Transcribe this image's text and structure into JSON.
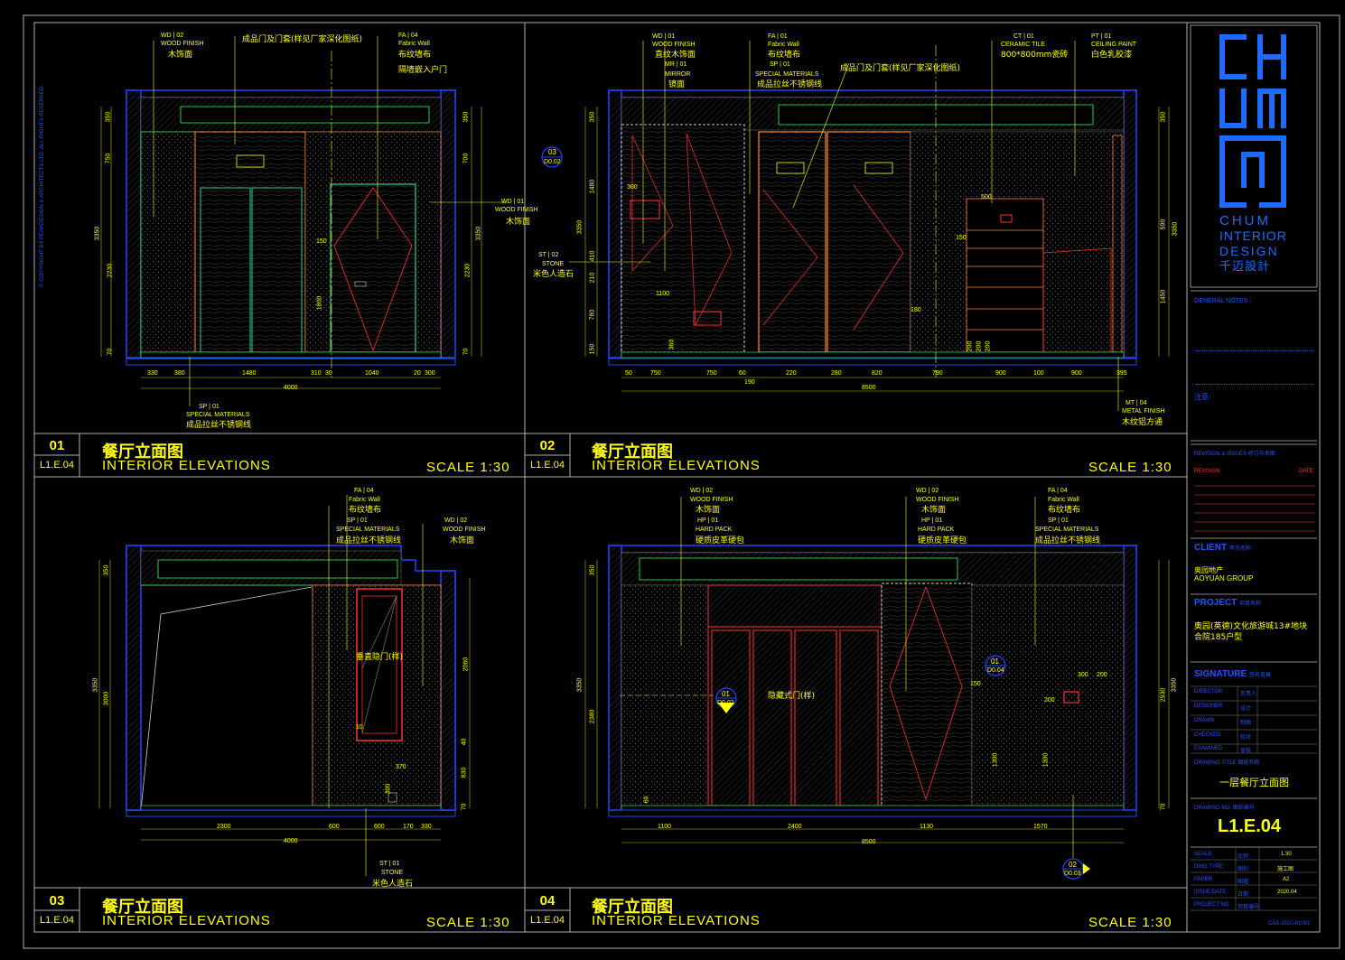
{
  "sidebar": {
    "logo_text": [
      "CHUM",
      "INTERIOR",
      "DESIGN",
      "千迈設計"
    ],
    "general_notes_title": "GENERAL NOTES :",
    "notes_title": "注意:",
    "revision_title": "REVISION & ISSUES",
    "revision_cn": "修订与发图",
    "revision_col": "REVISION",
    "date_col": "DATE",
    "client_title": "CLIENT",
    "client_cn": "甲方名称",
    "client_cn_name": "奥园地产",
    "client_en_name": "AOYUAN GROUP",
    "project_title": "PROJECT",
    "project_cn": "项目名称",
    "project_name_1": "奥园(英德)文化旅游城13#地块",
    "project_name_2": "合院185户型",
    "signature_title": "SIGNATURE",
    "signature_cn": "签名盖章",
    "roles": [
      {
        "en": "DIRECTOR",
        "cn": "负责人"
      },
      {
        "en": "DESIGNER",
        "cn": "设计"
      },
      {
        "en": "DRAWN",
        "cn": "制图"
      },
      {
        "en": "CHECKED",
        "cn": "校对"
      },
      {
        "en": "EXAMINED",
        "cn": "审核"
      }
    ],
    "drawing_title_label": "DRAWING TITLE",
    "drawing_title_cn": "图纸名称",
    "drawing_title": "一层餐厅立面图",
    "drawing_no_label": "DRAWING NO.",
    "drawing_no_cn": "图纸编号",
    "drawing_no": "L1.E.04",
    "info": [
      {
        "en": "SCALE",
        "cn": "比例",
        "val": "1:30"
      },
      {
        "en": "DWG TYPE",
        "cn": "图别",
        "val": "施工图"
      },
      {
        "en": "PAPER",
        "cn": "图幅",
        "val": "A2"
      },
      {
        "en": "ISSUE DATE",
        "cn": "日期",
        "val": "2020.04"
      },
      {
        "en": "PROJECT NO.",
        "cn": "项目编号",
        "val": ""
      }
    ],
    "footer_code": "CAS-2020-01001"
  },
  "panels": [
    {
      "num": "01",
      "ref": "L1.E.04",
      "title_cn": "餐厅立面图",
      "title_en": "INTERIOR ELEVATIONS",
      "scale": "SCALE 1:30"
    },
    {
      "num": "02",
      "ref": "L1.E.04",
      "title_cn": "餐厅立面图",
      "title_en": "INTERIOR ELEVATIONS",
      "scale": "SCALE 1:30"
    },
    {
      "num": "03",
      "ref": "L1.E.04",
      "title_cn": "餐厅立面图",
      "title_en": "INTERIOR ELEVATIONS",
      "scale": "SCALE 1:30"
    },
    {
      "num": "04",
      "ref": "L1.E.04",
      "title_cn": "餐厅立面图",
      "title_en": "INTERIOR ELEVATIONS",
      "scale": "SCALE 1:30"
    }
  ],
  "copyright": "© COPYRIGHT BY PEAKDESIGN & ARCHITECTS LTD. ALL RIGHTS RESERVED.",
  "p1": {
    "tags": [
      {
        "code": "WD",
        "n": "02",
        "en": "WOOD FINISH",
        "cn": "木饰面"
      },
      {
        "code": "FA",
        "n": "04",
        "en": "Fabric Wall",
        "cn": "布纹墙布"
      },
      {
        "code": "WD",
        "n": "01",
        "en": "WOOD FINISH",
        "cn": "木饰面"
      },
      {
        "code": "SP",
        "n": "01",
        "en": "SPECIAL MATERIALS",
        "cn": "成品拉丝不锈钢线"
      }
    ],
    "notes": [
      "成品门及门套(样见厂家深化图纸)",
      "隔墙嵌入户门"
    ],
    "dims_bottom": [
      "330",
      "380",
      "1480",
      "310",
      "30",
      "1040",
      "20",
      "300"
    ],
    "total": "4000",
    "dims_left": [
      "350",
      "750",
      "3350",
      "2230",
      "70"
    ],
    "dims_right": [
      "350",
      "700",
      "3350",
      "2230",
      "70"
    ],
    "mid": [
      "150",
      "1800"
    ]
  },
  "p2": {
    "tags": [
      {
        "code": "WD",
        "n": "01",
        "en": "WOOD FINISH",
        "cn": "直纹木饰面"
      },
      {
        "code": "MR",
        "n": "01",
        "en": "MIRROR",
        "cn": "镜面"
      },
      {
        "code": "FA",
        "n": "01",
        "en": "Fabric Wall",
        "cn": "布纹墙布"
      },
      {
        "code": "SP",
        "n": "01",
        "en": "SPECIAL MATERIALS",
        "cn": "成品拉丝不锈钢线"
      },
      {
        "code": "CT",
        "n": "01",
        "en": "CERAMIC TILE",
        "cn": "800*800mm瓷砖"
      },
      {
        "code": "PT",
        "n": "01",
        "en": "CEILING PAINT",
        "cn": "白色乳胶漆"
      },
      {
        "code": "ST",
        "n": "02",
        "en": "STONE",
        "cn": "米色人造石"
      },
      {
        "code": "MT",
        "n": "04",
        "en": "METAL FINISH",
        "cn": "木纹铝方通"
      }
    ],
    "notes": [
      "成品门及门套(样见厂家深化图纸)"
    ],
    "callout": {
      "num": "03",
      "ref": "D0.02"
    },
    "dims_bottom": [
      "50",
      "750",
      "750",
      "60",
      "220",
      "280",
      "820",
      "790",
      "900",
      "100",
      "900",
      "395"
    ],
    "total": "8500",
    "sub": "190",
    "dims_left": [
      "350",
      "1480",
      "300",
      "410",
      "210",
      "780",
      "150",
      "3350",
      "1100",
      "360"
    ],
    "dims_right": [
      "350",
      "590",
      "3350",
      "1450"
    ],
    "mid": [
      "500",
      "150",
      "180",
      "200",
      "200",
      "200"
    ]
  },
  "p3": {
    "tags": [
      {
        "code": "FA",
        "n": "04",
        "en": "Fabric Wall",
        "cn": "布纹墙布"
      },
      {
        "code": "SP",
        "n": "01",
        "en": "SPECIAL MATERIALS",
        "cn": "成品拉丝不锈钢线"
      },
      {
        "code": "WD",
        "n": "02",
        "en": "WOOD FINISH",
        "cn": "木饰面"
      },
      {
        "code": "ST",
        "n": "01",
        "en": "STONE",
        "cn": "米色人造石"
      }
    ],
    "notes": [
      "垂直隐门(样)"
    ],
    "dims_bottom": [
      "2300",
      "600",
      "600",
      "170",
      "330"
    ],
    "total": "4000",
    "dims_left": [
      "350",
      "3350",
      "3000"
    ],
    "dims_right": [
      "2060",
      "40",
      "830",
      "70"
    ],
    "mid": [
      "10",
      "370",
      "300"
    ]
  },
  "p4": {
    "tags": [
      {
        "code": "WD",
        "n": "02",
        "en": "WOOD FINISH",
        "cn": "木饰面"
      },
      {
        "code": "HP",
        "n": "01",
        "en": "HARD PACK",
        "cn": "硬质皮革硬包"
      },
      {
        "code": "WD",
        "n": "02",
        "en": "WOOD FINISH",
        "cn": "木饰面"
      },
      {
        "code": "HP",
        "n": "01",
        "en": "HARD PACK",
        "cn": "硬质皮革硬包"
      },
      {
        "code": "FA",
        "n": "04",
        "en": "Fabric Wall",
        "cn": "布纹墙布"
      },
      {
        "code": "SP",
        "n": "01",
        "en": "SPECIAL MATERIALS",
        "cn": "成品拉丝不锈钢线"
      }
    ],
    "notes": [
      "隐藏式门(样)"
    ],
    "callouts": [
      {
        "num": "01",
        "ref": "D0.02"
      },
      {
        "num": "01",
        "ref": "D0.04"
      },
      {
        "num": "02",
        "ref": "D0.03"
      }
    ],
    "dims_bottom": [
      "1100",
      "2400",
      "1130",
      "1570"
    ],
    "total": "8500",
    "dims_left": [
      "350",
      "3350",
      "2380"
    ],
    "dims_right": [
      "2930",
      "3350",
      "70"
    ],
    "mid": [
      "300",
      "200",
      "150",
      "200",
      "1300",
      "1300",
      "60"
    ]
  }
}
